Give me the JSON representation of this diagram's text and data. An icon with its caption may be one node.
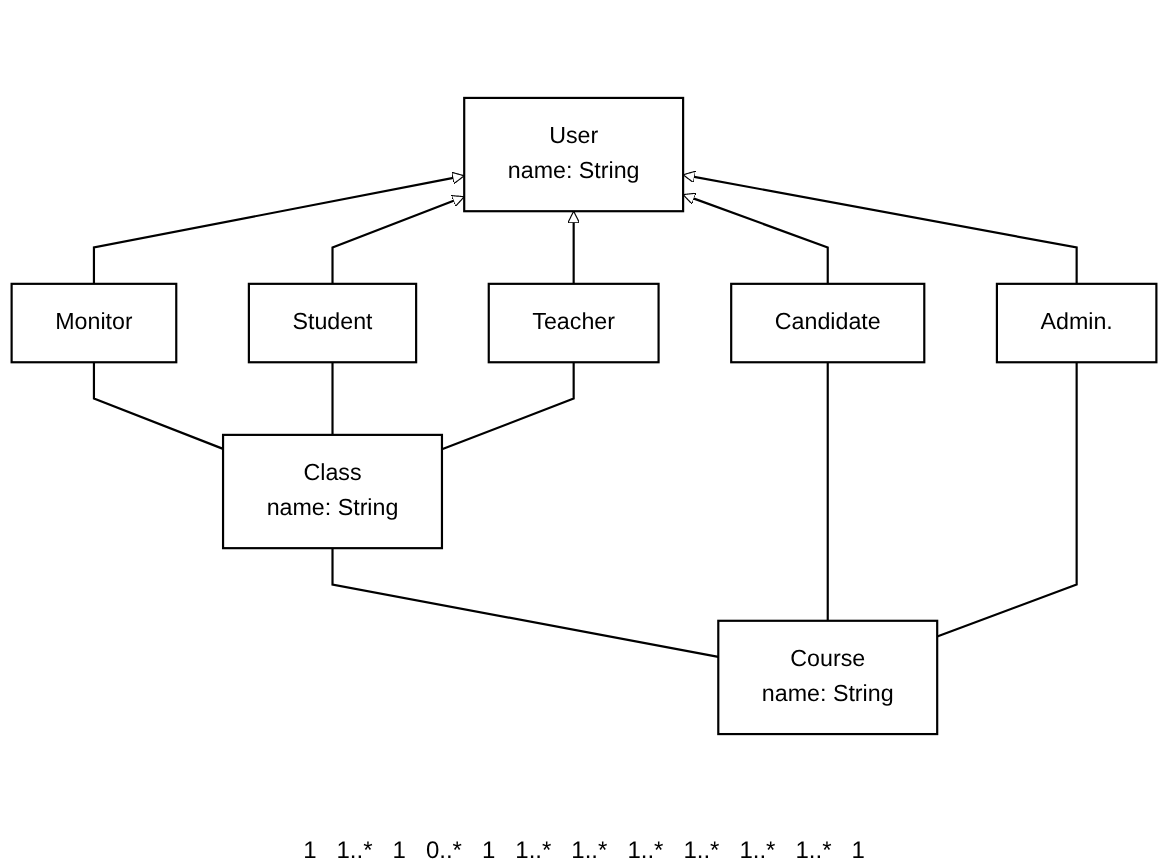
{
  "diagram": {
    "nodes": [
      {
        "text": [
          "User",
          "name: String"
        ]
      },
      {
        "text": [
          "Monitor"
        ]
      },
      {
        "text": [
          "Student"
        ]
      },
      {
        "text": [
          "Teacher"
        ]
      },
      {
        "text": [
          "Candidate"
        ]
      },
      {
        "text": [
          "Admin."
        ]
      },
      {
        "text": [
          "Class",
          "name: String"
        ]
      },
      {
        "text": [
          "Course",
          "name: String"
        ]
      }
    ],
    "edges": [
      {
        "from": 1,
        "to": 0,
        "arrow": "to"
      },
      {
        "from": 2,
        "to": 0,
        "arrow": "to"
      },
      {
        "from": 3,
        "to": 0,
        "arrow": "to"
      },
      {
        "from": 4,
        "to": 0,
        "arrow": "to"
      },
      {
        "from": 5,
        "to": 0,
        "arrow": "to"
      },
      {
        "from": 1,
        "to": 6,
        "arrow": "none"
      },
      {
        "from": 2,
        "to": 6,
        "arrow": "none"
      },
      {
        "from": 3,
        "to": 6,
        "arrow": "none"
      },
      {
        "from": 4,
        "to": 7,
        "arrow": "none"
      },
      {
        "from": 5,
        "to": 7,
        "arrow": "none"
      },
      {
        "from": 6,
        "to": 7,
        "arrow": "none"
      }
    ],
    "labels": [
      "1",
      "1..*",
      "1",
      "0..*",
      "1",
      "1..*",
      "1..*",
      "1..*",
      "1..*",
      "1..*",
      "1..*",
      "1"
    ]
  }
}
